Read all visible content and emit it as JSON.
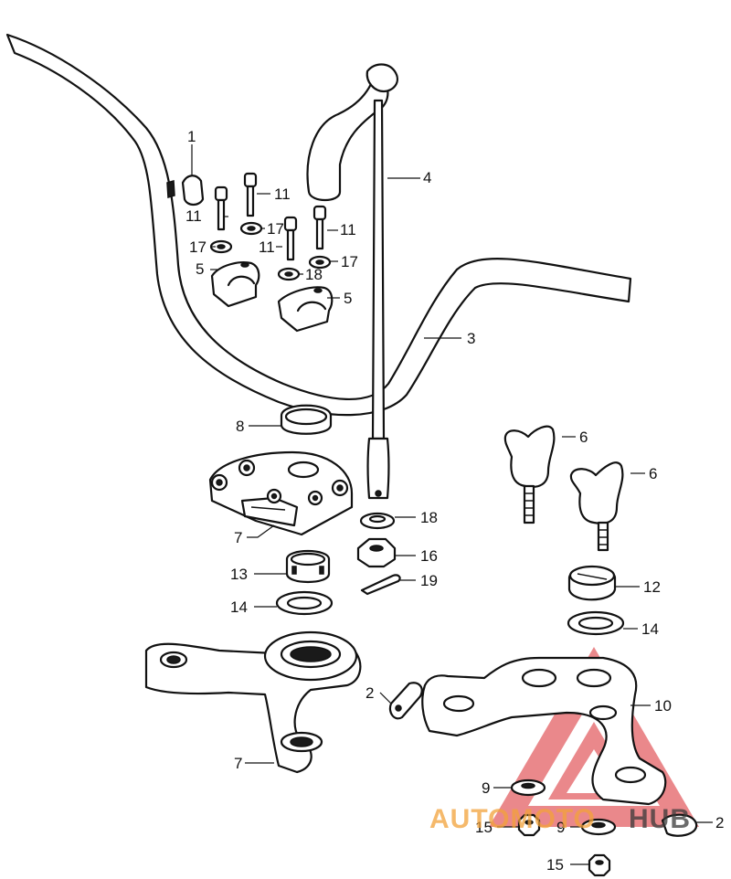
{
  "callouts": {
    "p1": "1",
    "p2a": "2",
    "p2b": "2",
    "p3": "3",
    "p4": "4",
    "p5a": "5",
    "p5b": "5",
    "p6a": "6",
    "p6b": "6",
    "p7a": "7",
    "p7b": "7",
    "p8": "8",
    "p9a": "9",
    "p9b": "9",
    "p10": "10",
    "p11a": "11",
    "p11b": "11",
    "p11c": "11",
    "p11d": "11",
    "p12": "12",
    "p13": "13",
    "p14a": "14",
    "p14b": "14",
    "p15a": "15",
    "p15b": "15",
    "p16": "16",
    "p17a": "17",
    "p17b": "17",
    "p17c": "17",
    "p18a": "18",
    "p18b": "18",
    "p19": "19"
  },
  "watermark": {
    "text_orange": "AUTOMOTO",
    "text_dark": "HUB",
    "color_red": "#d9262c",
    "color_orange": "#f2a23a",
    "color_dark": "#3a3a3a"
  }
}
